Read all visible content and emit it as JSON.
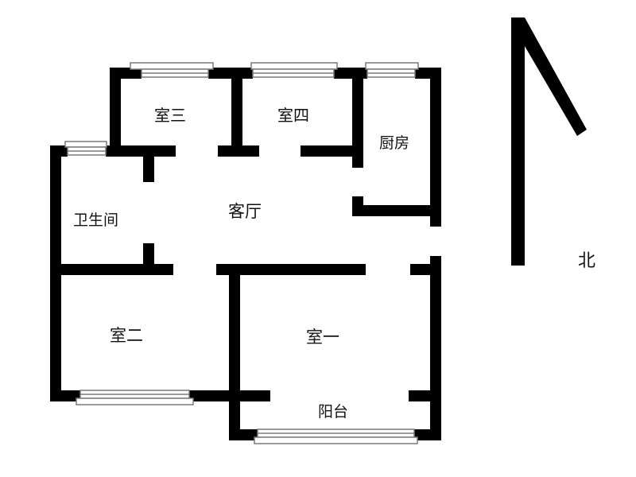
{
  "rooms": {
    "room_three": "室三",
    "room_four": "室四",
    "kitchen": "厨房",
    "living_room": "客厅",
    "bathroom": "卫生间",
    "room_two": "室二",
    "room_one": "室一",
    "balcony": "阳台"
  },
  "compass": {
    "north_label": "北"
  },
  "colors": {
    "wall": "#000000",
    "window_frame": "#808080",
    "background": "#ffffff"
  }
}
